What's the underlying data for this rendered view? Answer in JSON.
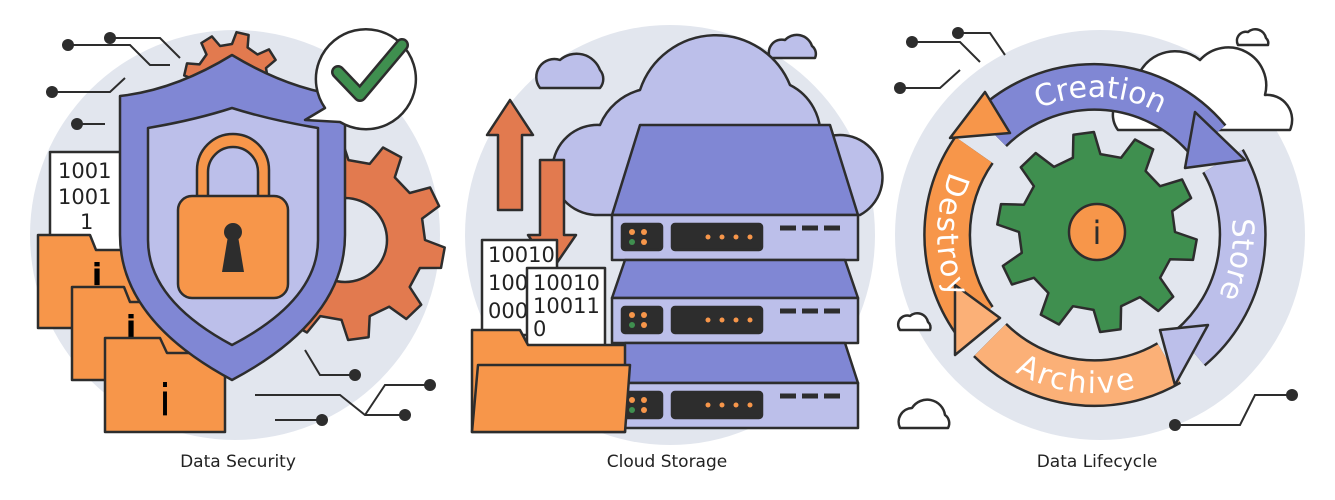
{
  "colors": {
    "purple": "#8087d4",
    "lavender": "#bcbfea",
    "orange": "#f7964a",
    "light_orange": "#fbb077",
    "rust": "#e27a4f",
    "green": "#3f8f4f",
    "blob": "#e2e6ee",
    "outline": "#2d2d2d"
  },
  "panels": [
    {
      "caption": "Data Security",
      "binary": [
        "1001",
        "1001",
        "1"
      ],
      "folder_icon": "i",
      "badge_icon": "check-icon",
      "lock_icon": "padlock-icon"
    },
    {
      "caption": "Cloud Storage",
      "paper_back": [
        "10010",
        "100",
        "000"
      ],
      "paper_front": [
        "10010",
        "10011",
        "0"
      ]
    },
    {
      "caption": "Data Lifecycle",
      "stages": [
        "Creation",
        "Store",
        "Archive",
        "Destroy"
      ],
      "center_icon": "i"
    }
  ]
}
